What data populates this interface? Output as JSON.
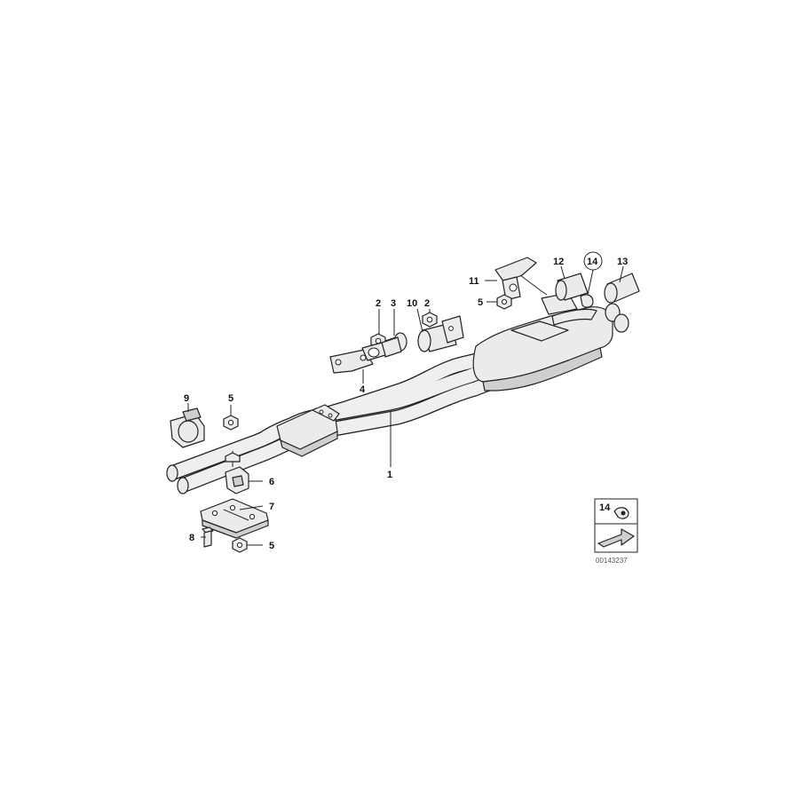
{
  "diagram": {
    "callouts": [
      {
        "id": "c1",
        "label": "1"
      },
      {
        "id": "c2a",
        "label": "2"
      },
      {
        "id": "c2b",
        "label": "2"
      },
      {
        "id": "c3",
        "label": "3"
      },
      {
        "id": "c4",
        "label": "4"
      },
      {
        "id": "c5a",
        "label": "5"
      },
      {
        "id": "c5b",
        "label": "5"
      },
      {
        "id": "c5c",
        "label": "5"
      },
      {
        "id": "c6",
        "label": "6"
      },
      {
        "id": "c7",
        "label": "7"
      },
      {
        "id": "c8",
        "label": "8"
      },
      {
        "id": "c9",
        "label": "9"
      },
      {
        "id": "c10",
        "label": "10"
      },
      {
        "id": "c11",
        "label": "11"
      },
      {
        "id": "c12",
        "label": "12"
      },
      {
        "id": "c13",
        "label": "13"
      },
      {
        "id": "c14",
        "label": "14"
      }
    ],
    "legend": {
      "label": "14",
      "image_code": "00143237"
    },
    "colors": {
      "line": "#222222",
      "fill": "#ebebeb",
      "shade": "#cfcfcf",
      "background": "#ffffff"
    }
  }
}
